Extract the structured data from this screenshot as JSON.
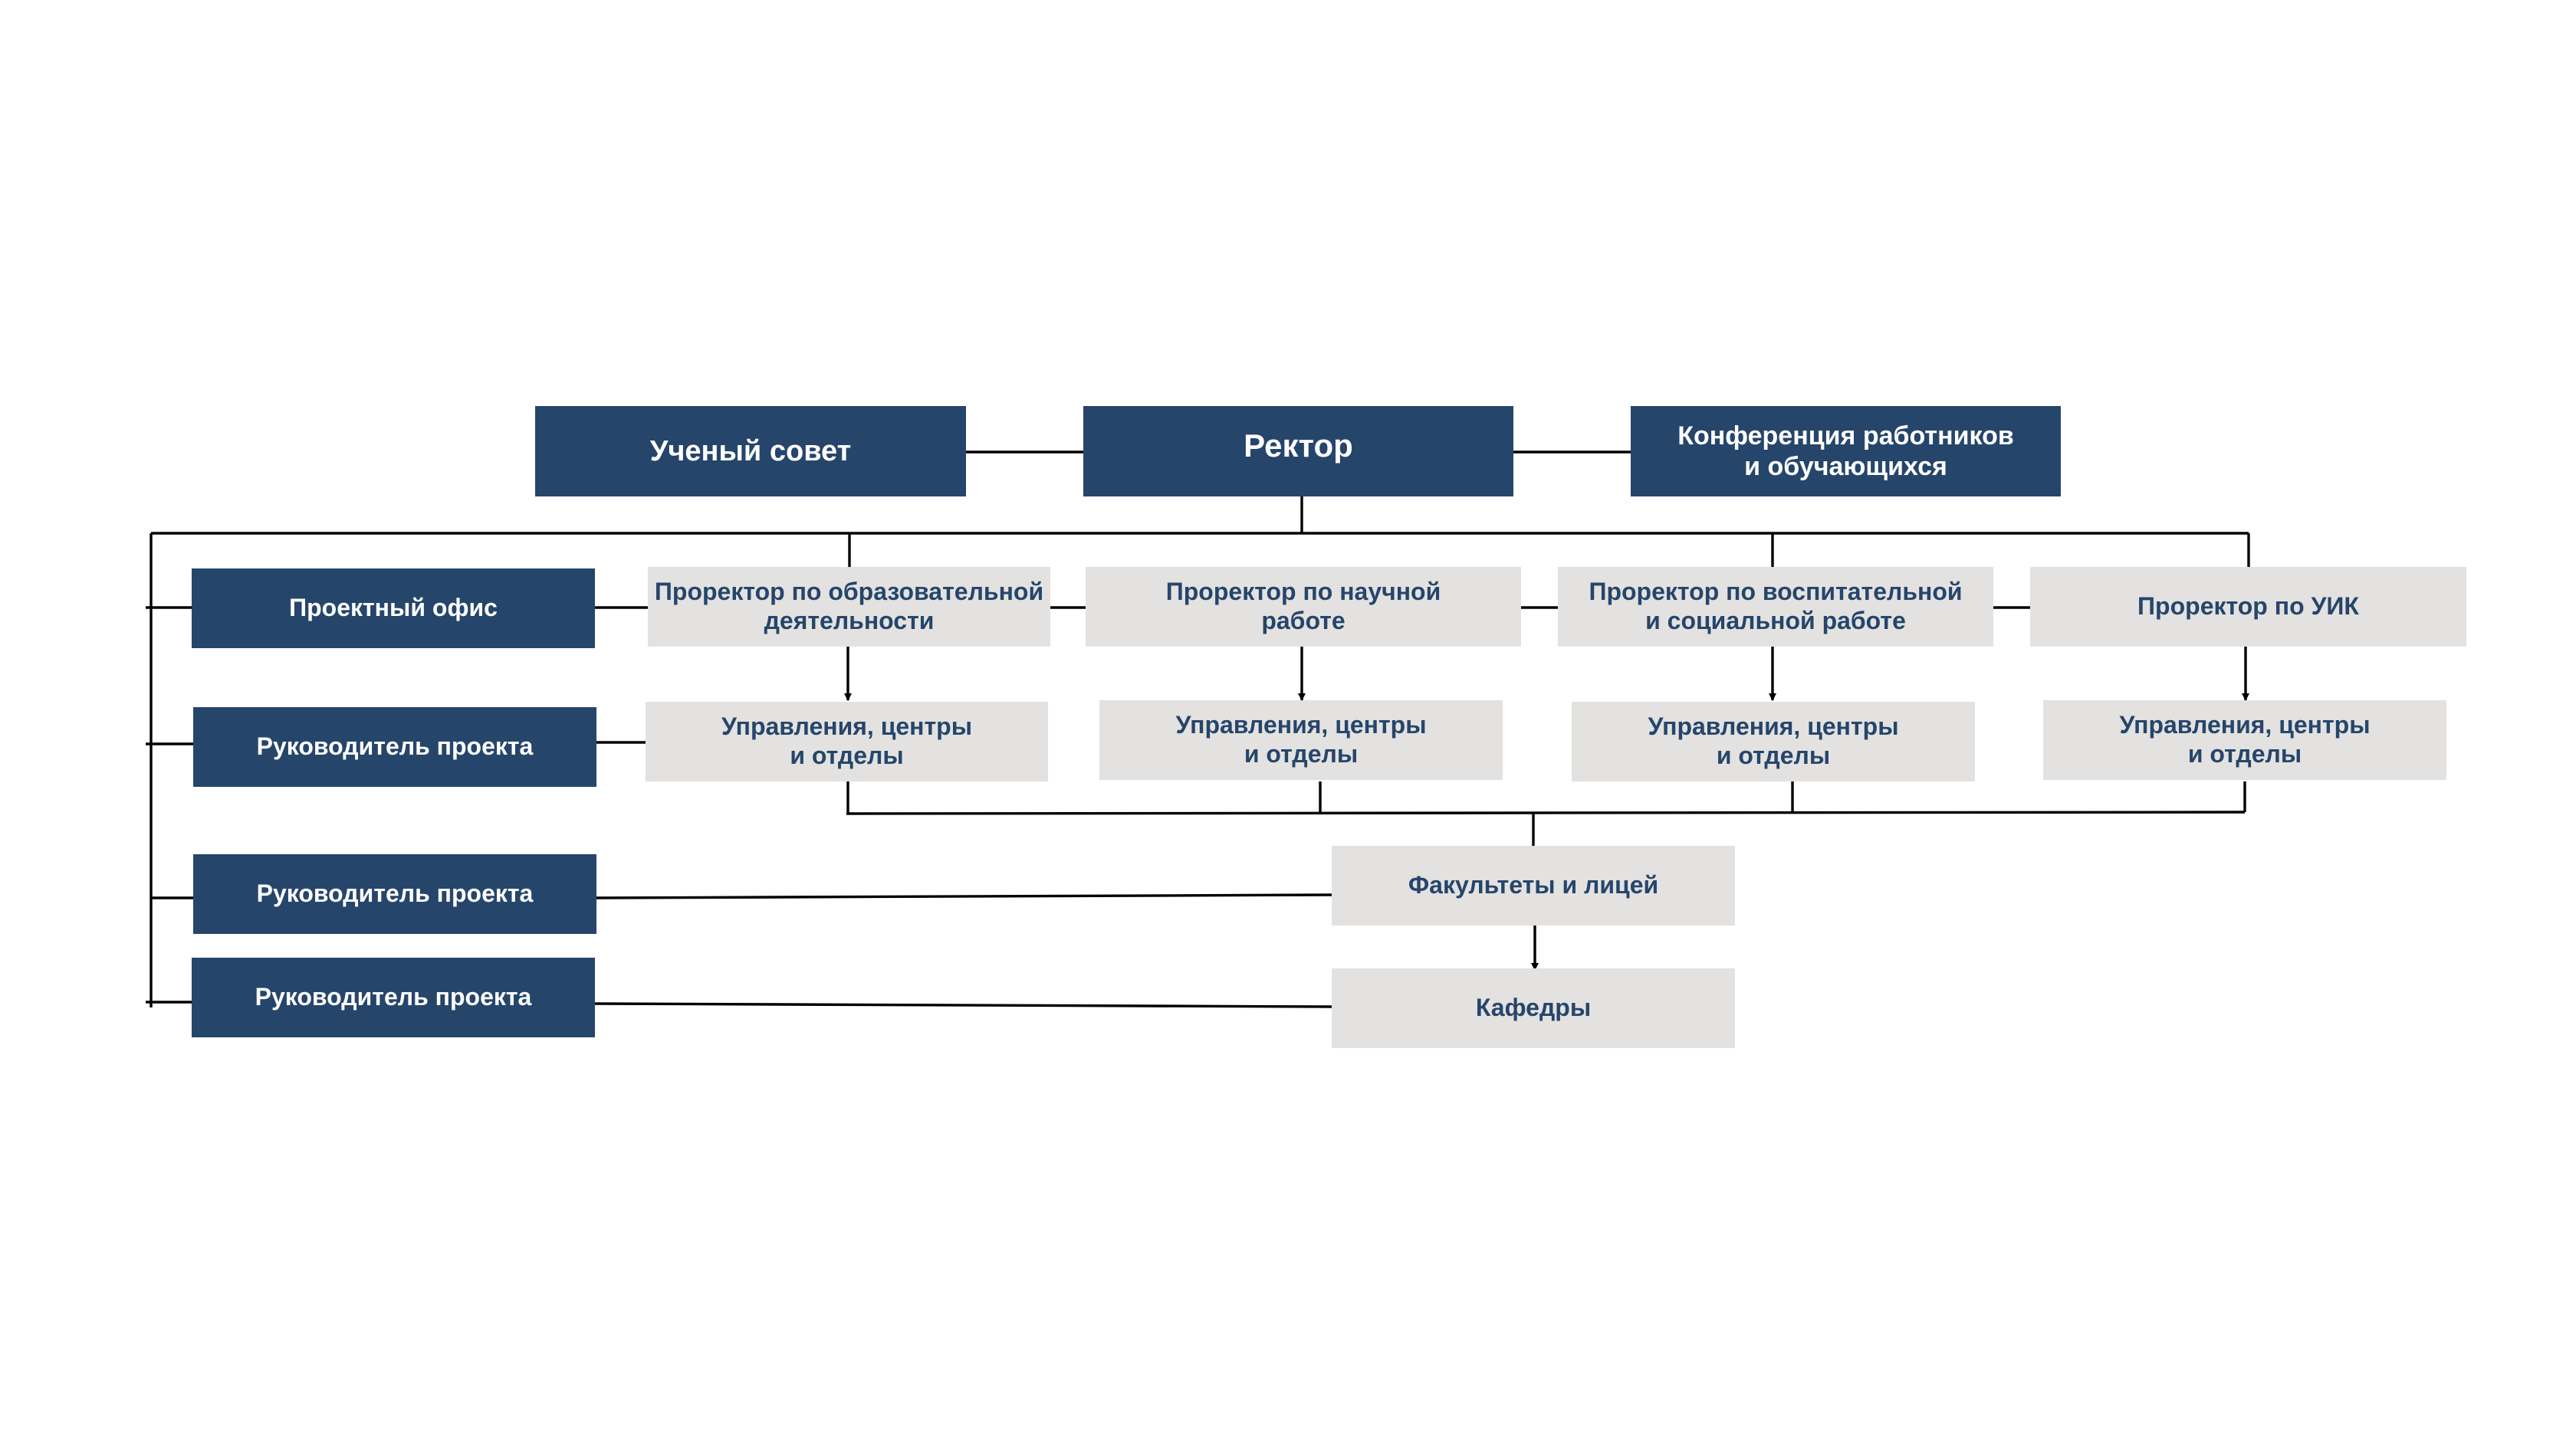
{
  "diagram": {
    "colors": {
      "dark_box": "#26456b",
      "light_box": "#e3e2e0",
      "dark_text": "#ffffff",
      "light_text": "#26456b",
      "connector": "#000000"
    },
    "top_row": {
      "academic_council": "Ученый совет",
      "rector": "Ректор",
      "conference": "Конференция работников\nи обучающихся"
    },
    "project_side": {
      "project_office": "Проектный офис",
      "project_leaders": [
        "Руководитель проекта",
        "Руководитель проекта",
        "Руководитель проекта"
      ]
    },
    "vice_rectors": [
      "Проректор по образовательной\nдеятельности",
      "Проректор по научной\nработе",
      "Проректор по воспитательной\nи социальной работе",
      "Проректор по УИК"
    ],
    "departments": [
      "Управления, центры\nи отделы",
      "Управления, центры\nи отделы",
      "Управления, центры\nи отделы",
      "Управления, центры\nи отделы"
    ],
    "faculties": "Факультеты и лицей",
    "chairs": "Кафедры"
  }
}
